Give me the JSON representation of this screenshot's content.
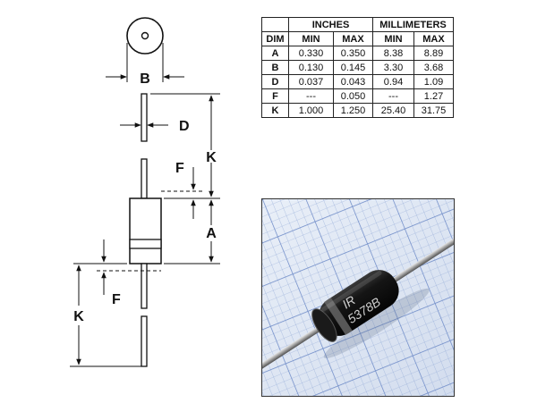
{
  "diagram": {
    "labels": {
      "b": "B",
      "d": "D",
      "k_top": "K",
      "f_top": "F",
      "a": "A",
      "f_bottom": "F",
      "k_bottom": "K"
    }
  },
  "table": {
    "group_headers": [
      "INCHES",
      "MILLIMETERS"
    ],
    "column_headers": [
      "DIM",
      "MIN",
      "MAX",
      "MIN",
      "MAX"
    ],
    "rows": [
      [
        "A",
        "0.330",
        "0.350",
        "8.38",
        "8.89"
      ],
      [
        "B",
        "0.130",
        "0.145",
        "3.30",
        "3.68"
      ],
      [
        "D",
        "0.037",
        "0.043",
        "0.94",
        "1.09"
      ],
      [
        "F",
        "---",
        "0.050",
        "---",
        "1.27"
      ],
      [
        "K",
        "1.000",
        "1.250",
        "25.40",
        "31.75"
      ]
    ]
  },
  "photo": {
    "marking_line1": "IR",
    "marking_line2": "5378B"
  }
}
